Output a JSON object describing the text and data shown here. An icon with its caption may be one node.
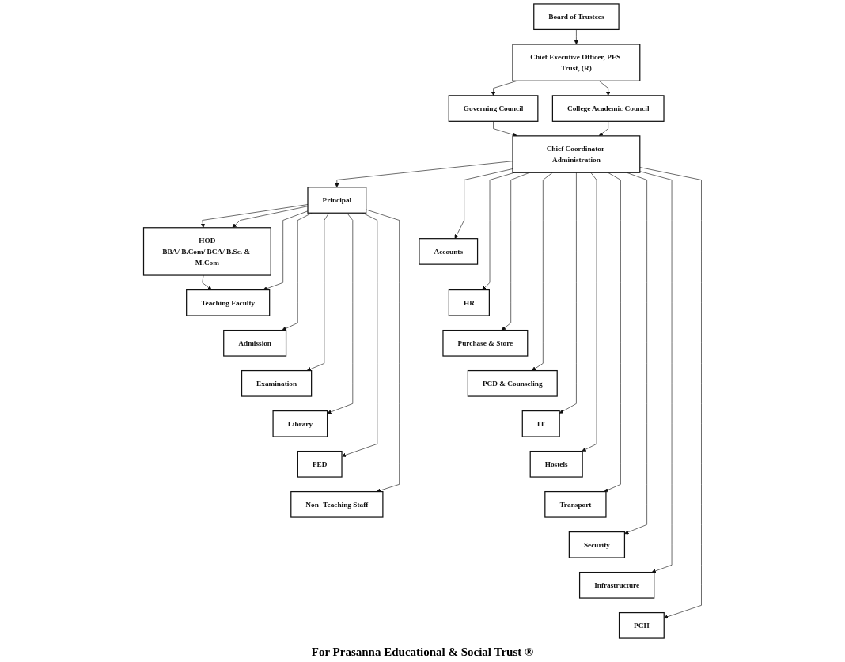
{
  "diagram": {
    "nodes": [
      {
        "text": [
          "Board of Trustees"
        ]
      },
      {
        "text": [
          "Chief Executive Officer, PES Trust, (R)"
        ]
      },
      {
        "text": [
          "Governing Council"
        ]
      },
      {
        "text": [
          "College Academic Council"
        ]
      },
      {
        "text": [
          "Chief Coordinator Administration"
        ]
      },
      {
        "text": [
          "Principal"
        ]
      },
      {
        "text": [
          "HOD",
          "BBA/ B.Com/ BCA/ B.Sc. & M.Com"
        ]
      },
      {
        "text": [
          "Teaching Faculty"
        ]
      },
      {
        "text": [
          "Admission"
        ]
      },
      {
        "text": [
          "Examination"
        ]
      },
      {
        "text": [
          "Library"
        ]
      },
      {
        "text": [
          "PED"
        ]
      },
      {
        "text": [
          "Non -Teaching Staff"
        ]
      },
      {
        "text": [
          "Accounts"
        ]
      },
      {
        "text": [
          "HR"
        ]
      },
      {
        "text": [
          "Purchase & Store"
        ]
      },
      {
        "text": [
          "PCD & Counseling"
        ]
      },
      {
        "text": [
          "IT"
        ]
      },
      {
        "text": [
          "Hostels"
        ]
      },
      {
        "text": [
          "Transport"
        ]
      },
      {
        "text": [
          "Security"
        ]
      },
      {
        "text": [
          "Infrastructure"
        ]
      },
      {
        "text": [
          "PCH"
        ]
      }
    ],
    "edges": [
      {
        "from": 0,
        "to": 1,
        "arrow": "to"
      },
      {
        "from": 1,
        "to": 2,
        "arrow": "to"
      },
      {
        "from": 1,
        "to": 3,
        "arrow": "to"
      },
      {
        "from": 2,
        "to": 4,
        "arrow": "to"
      },
      {
        "from": 3,
        "to": 4,
        "arrow": "to"
      },
      {
        "from": 4,
        "to": 5,
        "arrow": "to"
      },
      {
        "from": 5,
        "to": 6,
        "arrow": "to"
      },
      {
        "from": 6,
        "to": 7,
        "arrow": "to"
      },
      {
        "from": 5,
        "to": 6,
        "arrow": "to"
      },
      {
        "from": 5,
        "to": 7,
        "arrow": "to"
      },
      {
        "from": 5,
        "to": 8,
        "arrow": "to"
      },
      {
        "from": 5,
        "to": 9,
        "arrow": "to"
      },
      {
        "from": 5,
        "to": 10,
        "arrow": "to"
      },
      {
        "from": 5,
        "to": 11,
        "arrow": "to"
      },
      {
        "from": 5,
        "to": 12,
        "arrow": "to"
      },
      {
        "from": 4,
        "to": 13,
        "arrow": "to"
      },
      {
        "from": 4,
        "to": 14,
        "arrow": "to"
      },
      {
        "from": 4,
        "to": 15,
        "arrow": "to"
      },
      {
        "from": 4,
        "to": 16,
        "arrow": "to"
      },
      {
        "from": 4,
        "to": 17,
        "arrow": "to"
      },
      {
        "from": 4,
        "to": 18,
        "arrow": "to"
      },
      {
        "from": 4,
        "to": 19,
        "arrow": "to"
      },
      {
        "from": 4,
        "to": 20,
        "arrow": "to"
      },
      {
        "from": 4,
        "to": 21,
        "arrow": "to"
      },
      {
        "from": 4,
        "to": 22,
        "arrow": "to"
      }
    ],
    "labels": [
      "For Prasanna Educational & Social Trust ®"
    ]
  }
}
